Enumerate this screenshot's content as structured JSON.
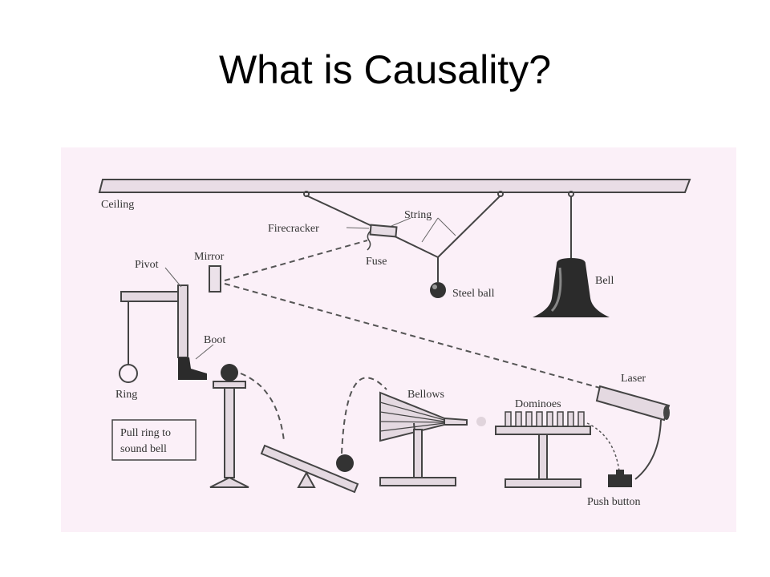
{
  "slide": {
    "title": "What is Causality?"
  },
  "diagram": {
    "background": "#fbf0f8",
    "labels": {
      "ceiling": "Ceiling",
      "string": "String",
      "firecracker": "Firecracker",
      "fuse": "Fuse",
      "mirror": "Mirror",
      "pivot": "Pivot",
      "steel_ball": "Steel ball",
      "bell": "Bell",
      "boot": "Boot",
      "ring": "Ring",
      "instruction_line1": "Pull ring to",
      "instruction_line2": "sound bell",
      "bellows": "Bellows",
      "dominoes": "Dominoes",
      "laser": "Laser",
      "push_button": "Push button"
    }
  }
}
